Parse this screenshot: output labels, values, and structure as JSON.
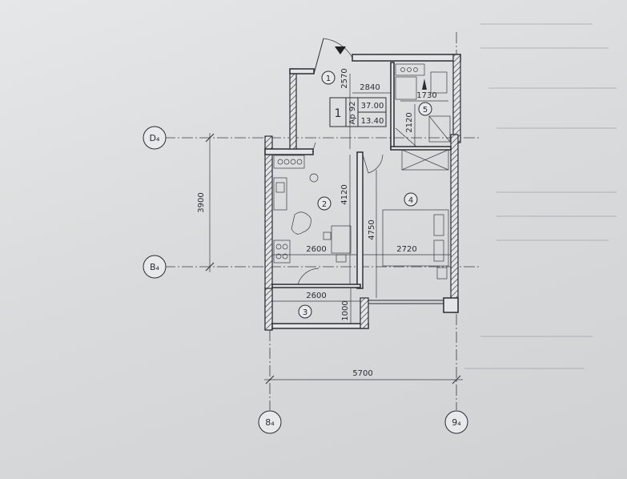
{
  "axes": {
    "row_top": "D₄",
    "row_bottom": "B₄",
    "col_left": "8₄",
    "col_right": "9₄"
  },
  "dimensions": {
    "overall_width": "5700",
    "axis_spacing": "3900",
    "hall_length": "2840",
    "hall_depth": "2570",
    "bath_width": "1730",
    "bath_depth": "2120",
    "kitchen_width": "2600",
    "kitchen_depth": "4120",
    "room_depth": "4750",
    "room_width": "2720",
    "balcony_width": "2600",
    "balcony_depth": "1000"
  },
  "rooms": [
    {
      "number": "1"
    },
    {
      "number": "2"
    },
    {
      "number": "3"
    },
    {
      "number": "4"
    },
    {
      "number": "5"
    }
  ],
  "apartment_tag": {
    "number": "1",
    "code": "Ap 92",
    "area_total": "37.00",
    "area_living": "13.40"
  }
}
